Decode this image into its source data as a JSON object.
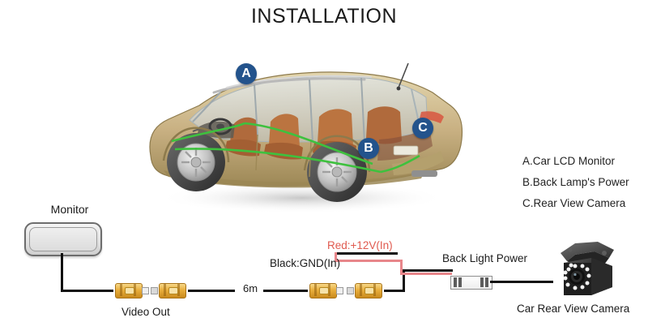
{
  "page": {
    "title": "INSTALLATION"
  },
  "markers": [
    {
      "id": "A",
      "label": "A"
    },
    {
      "id": "B",
      "label": "B"
    },
    {
      "id": "C",
      "label": "C"
    }
  ],
  "legend": {
    "items": [
      {
        "label": "A.Car LCD Monitor"
      },
      {
        "label": "B.Back Lamp's Power"
      },
      {
        "label": "C.Rear View Camera"
      }
    ]
  },
  "monitor": {
    "label": "Monitor"
  },
  "wiring": {
    "video_out_label": "Video Out",
    "cable_length_label": "6m",
    "ground_label": "Black:GND(In)",
    "power_label": "Red:+12V(In)",
    "back_light_power_label": "Back Light Power"
  },
  "camera": {
    "label": "Car Rear View Camera"
  },
  "icons": {
    "rca_connector": "rca-connector-icon",
    "power_connector": "inline-power-connector-icon",
    "camera": "rear-view-camera-icon",
    "car": "car-cutaway-illustration",
    "monitor": "lcd-monitor-icon"
  },
  "colors": {
    "marker_blue": "#23538c",
    "wire_black": "#111111",
    "wire_red": "#e8868a",
    "power_text_red": "#e05a4f",
    "rca_gold": "#e9ae3c",
    "car_body": "#c8b183",
    "car_interior": "#b06a3c",
    "cable_route_green": "#3ec13e"
  }
}
